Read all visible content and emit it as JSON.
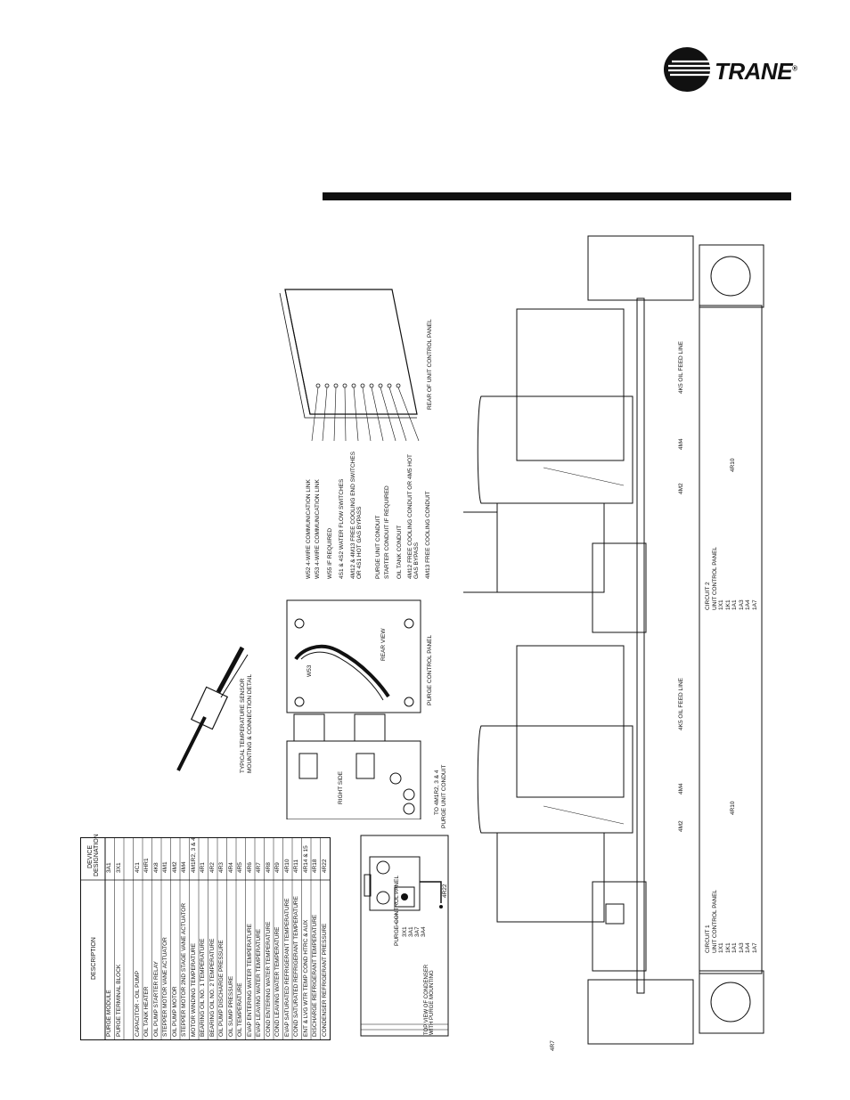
{
  "brand": {
    "name": "TRANE",
    "registered": "®"
  },
  "device_table": {
    "headers": [
      "DEVICE DESIGNATION",
      "DESCRIPTION"
    ],
    "rows": [
      [
        "3A1",
        "PURGE MODULE"
      ],
      [
        "3X1",
        "PURGE TERMINAL BLOCK"
      ],
      [
        "",
        ""
      ],
      [
        "4C1",
        "CAPACITOR - OIL PUMP"
      ],
      [
        "4HR1",
        "OIL TANK HEATER"
      ],
      [
        "4K8",
        "OIL PUMP STARTER RELAY"
      ],
      [
        "4M1",
        "STEPPER MOTOR VANE ACTUATOR"
      ],
      [
        "4M2",
        "OIL PUMP MOTOR"
      ],
      [
        "4M4",
        "STEPPER MOTOR 2ND STAGE VANE ACTUATOR"
      ],
      [
        "4M1R2, 3 & 4",
        "MOTOR WINDING TEMPERATURE"
      ],
      [
        "4R1",
        "BEARING OIL NO. 1 TEMPERATURE"
      ],
      [
        "4R2",
        "BEARING OIL NO. 2 TEMPERATURE"
      ],
      [
        "4R3",
        "OIL PUMP DISCHARGE PRESSURE"
      ],
      [
        "4R4",
        "OIL SUMP PRESSURE"
      ],
      [
        "4R5",
        "OIL TEMPERATURE"
      ],
      [
        "4R6",
        "EVAP ENTERING WATER TEMPERATURE"
      ],
      [
        "4R7",
        "EVAP LEAVING WATER TEMPERATURE"
      ],
      [
        "4R8",
        "COND ENTERING WATER TEMPERATURE"
      ],
      [
        "4R9",
        "COND LEAVING WATER TEMPERATURE"
      ],
      [
        "4R10",
        "EVAP SATURATED REFRIGERANT TEMPERATURE"
      ],
      [
        "4R11",
        "COND SATURATED REFRIGERANT TEMPERATURE"
      ],
      [
        "4R14 & 15",
        "ENT & LVG WTR TEMP COND HTRC & AUX"
      ],
      [
        "4R18",
        "DISCHARGE REFRIGERANT TEMPERATURE"
      ],
      [
        "4R22",
        "CONDENSER REFRIGERANT PRESSURE"
      ]
    ]
  },
  "purge_top_view": {
    "panel_label": "PURGE CONTROL PANEL",
    "panel_items": [
      "3X1",
      "3A1",
      "3A7",
      "3A4"
    ],
    "caption": "TOP VIEW OF CONDENSER WITH PURGE MOUNTING",
    "sensor": "4R22"
  },
  "purge_right_side": {
    "label": "RIGHT SIDE",
    "conduit_to": "TO 4M1R2, 3 & 4",
    "conduit": "PURGE UNIT CONDUIT"
  },
  "purge_rear_view": {
    "label": "REAR VIEW",
    "wire": "W53",
    "panel": "PURGE CONTROL PANEL"
  },
  "sensor_detail": {
    "caption_line1": "TYPICAL TEMPERATURE SENSOR",
    "caption_line2": "MOUNTING & CONNECTION DETAIL"
  },
  "rear_panel": {
    "title": "REAR OF UNIT CONTROL PANEL",
    "callouts": [
      "W52 4-WIRE COMMUNICATION LINK",
      "W53 4-WIRE COMMUNICATION LINK",
      "W55 IF REQUIRED",
      "4S1 & 4S2 WATER FLOW SWITCHES",
      "4M12 & 4M13 FREE COOLING END SWITCHES OR 4S1 HOT GAS BYPASS",
      "PURGE UNIT CONDUIT",
      "STARTER CONDUIT IF REQUIRED",
      "OIL TANK CONDUIT",
      "4M12 FREE COOLING CONDUIT OR 4M5 HOT GAS BYPASS",
      "4M13 FREE COOLING CONDUIT"
    ]
  },
  "chiller": {
    "circuit1": {
      "title": "CIRCUIT 1",
      "panel": "UNIT CONTROL PANEL",
      "items": [
        "1X1",
        "1K1",
        "1A1",
        "1A3",
        "1A4",
        "1A7"
      ]
    },
    "circuit2": {
      "title": "CIRCUIT 2",
      "panel": "UNIT CONTROL PANEL",
      "items": [
        "1X1",
        "1K1",
        "1A1",
        "1A3",
        "1A4",
        "1A7"
      ]
    },
    "labels": {
      "oil_feed_1": "4K5 OIL FEED LINE",
      "oil_feed_2": "4K5 OIL FEED LINE",
      "m4_1": "4M4",
      "m4_2": "4M4",
      "m2_1": "4M2",
      "m2_2": "4M2",
      "r10_1": "4R10",
      "r10_2": "4R10",
      "r7": "4R7"
    }
  }
}
